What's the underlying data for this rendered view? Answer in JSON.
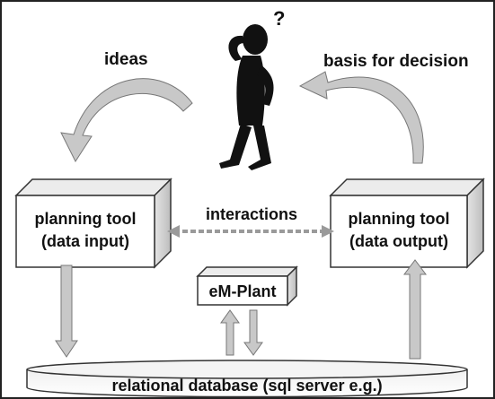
{
  "labels": {
    "ideas": "ideas",
    "basis": "basis for decision",
    "interactions": "interactions",
    "emplant": "eM-Plant",
    "database": "relational database (sql server e.g.)"
  },
  "boxes": {
    "input": {
      "line1": "planning tool",
      "line2": "(data input)"
    },
    "output": {
      "line1": "planning tool",
      "line2": "(data output)"
    }
  },
  "figure": {
    "question_mark": "?"
  },
  "colors": {
    "box_face": "#ffffff",
    "box_side": "#d4d4d4",
    "box_top": "#ececec",
    "arrow_fill": "#c8c8c8",
    "interaction_line": "#9a9a9a",
    "figure": "#111111"
  }
}
